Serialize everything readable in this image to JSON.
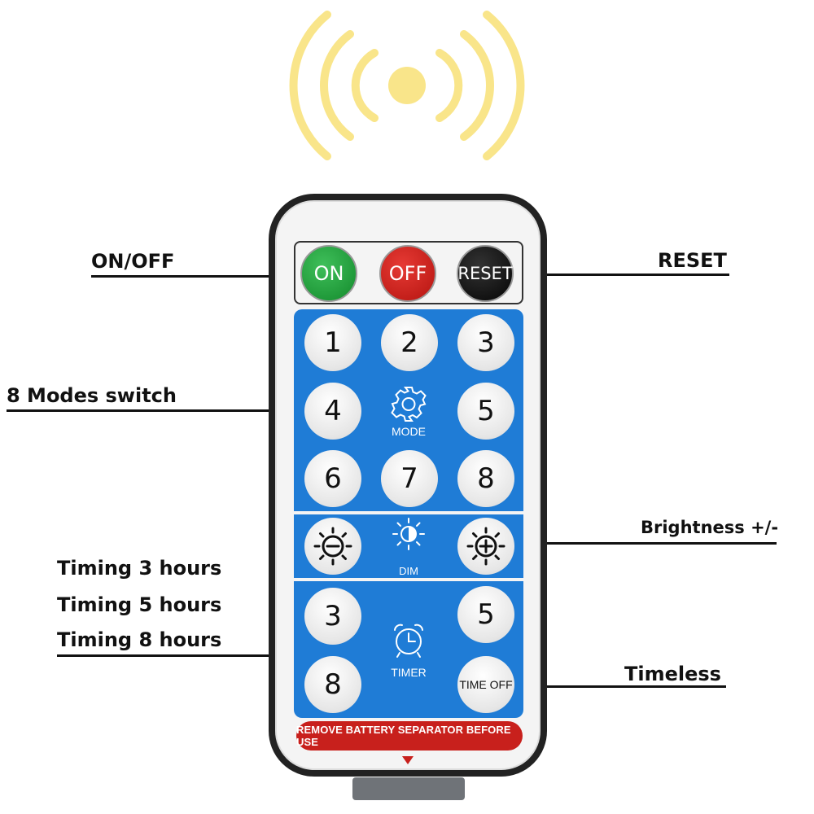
{
  "callouts": {
    "on_off": "ON/OFF",
    "reset": "RESET",
    "modes": "8 Modes switch",
    "brightness": "Brightness +/-",
    "timing3": "Timing 3 hours",
    "timing5": "Timing 5 hours",
    "timing8": "Timing 8 hours",
    "timeless": "Timeless"
  },
  "power_buttons": {
    "on": "ON",
    "off": "OFF",
    "reset": "RESET"
  },
  "mode_buttons": [
    "1",
    "2",
    "3",
    "4",
    "5",
    "6",
    "7",
    "8"
  ],
  "mode_label": "MODE",
  "dim_label": "DIM",
  "timer_buttons": {
    "t3": "3",
    "t5": "5",
    "t8": "8",
    "time_off": "TIME OFF"
  },
  "timer_label": "TIMER",
  "separator_text": "REMOVE BATTERY SEPARATOR BEFORE USE",
  "colors": {
    "signal": "#f9e58a",
    "panel_blue": "#1f7cd6",
    "on_green": "#1a9a36",
    "off_red": "#cc1b16",
    "reset_black": "#0a0a0a",
    "separator_red": "#c8201c"
  }
}
